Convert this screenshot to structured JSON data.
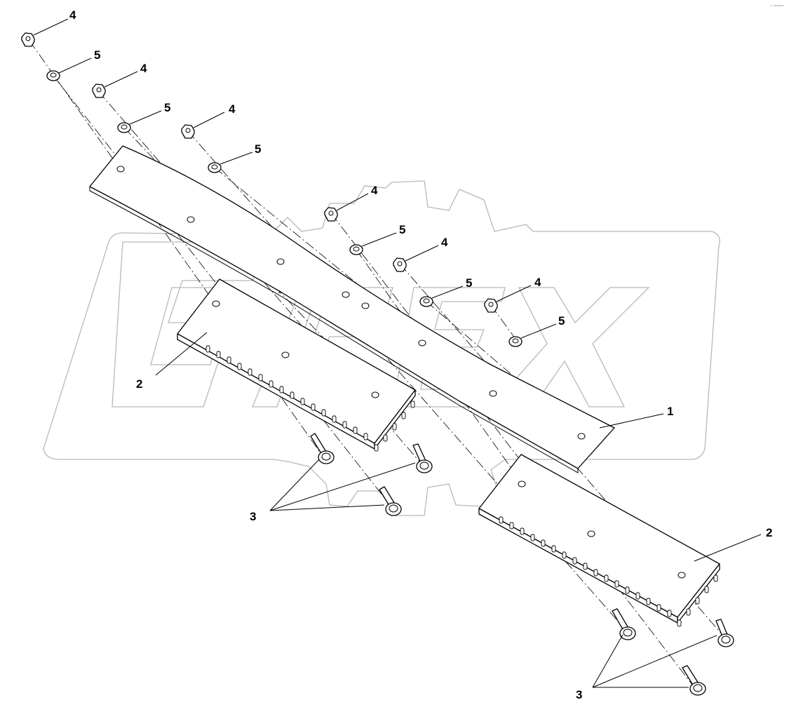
{
  "diagram": {
    "watermark": "OPEX",
    "corner_mark": "~ ====",
    "callouts": {
      "item1": "1",
      "item2": "2",
      "item3": "3",
      "item4": "4",
      "item5": "5"
    }
  }
}
